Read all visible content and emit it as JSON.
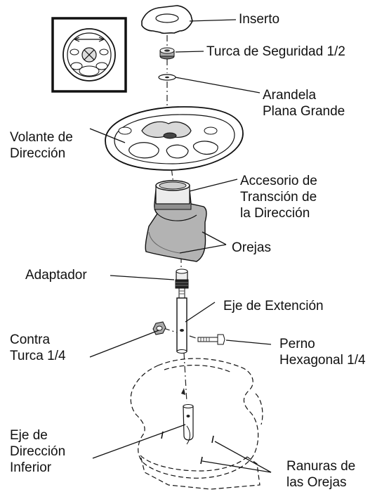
{
  "labels": {
    "inserto": "Inserto",
    "turca_seguridad": "Turca de Seguridad 1/2",
    "arandela": [
      "Arandela",
      "Plana Grande"
    ],
    "volante": [
      "Volante de",
      "Dirección"
    ],
    "accesorio": [
      "Accesorio de",
      "Transción de",
      "la Dirección"
    ],
    "orejas": "Orejas",
    "adaptador": "Adaptador",
    "eje_extencion": "Eje de Extención",
    "contra_turca": [
      "Contra",
      "Turca 1/4"
    ],
    "perno": [
      "Perno",
      "Hexagonal 1/4"
    ],
    "eje_inferior": [
      "Eje de",
      "Dirección",
      "Inferior"
    ],
    "ranuras": [
      "Ranuras de",
      "las Orejas"
    ]
  }
}
